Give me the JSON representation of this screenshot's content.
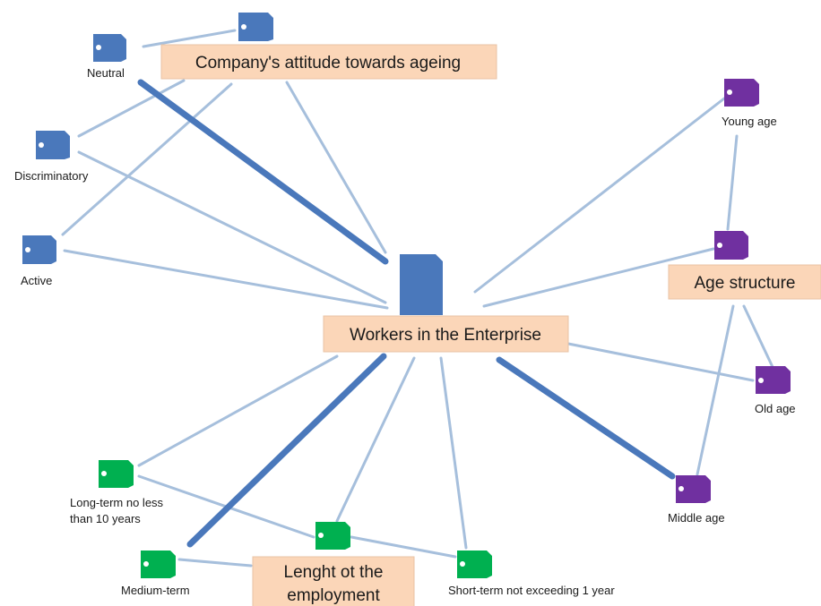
{
  "diagram": {
    "colors": {
      "edge_thin": "#a6bfdc",
      "edge_thick": "#4a78bb",
      "category_box": "#fbd6b8",
      "center": "#4a78bb"
    },
    "center": {
      "label": "Workers in the Enterprise",
      "icon": "document-icon",
      "color": "#4a78bb"
    },
    "categories": {
      "attitude": {
        "label": "Company's attitude towards ageing",
        "color": "#4a78bb",
        "icon": "tag-icon"
      },
      "age": {
        "label": "Age structure",
        "color": "#7030a0",
        "icon": "tag-icon"
      },
      "employment": {
        "label_lines": [
          "Lenght ot the",
          "employment"
        ],
        "color": "#00b050",
        "icon": "tag-icon"
      }
    },
    "nodes": {
      "neutral": {
        "label": "Neutral"
      },
      "discriminatory": {
        "label": "Discriminatory"
      },
      "active": {
        "label": "Active"
      },
      "young_age": {
        "label": "Young age"
      },
      "old_age": {
        "label": "Old age"
      },
      "middle_age": {
        "label": "Middle age"
      },
      "long_term": {
        "label_lines": [
          "Long-term no less",
          "than 10 years"
        ]
      },
      "medium_term": {
        "label": "Medium-term"
      },
      "short_term": {
        "label": "Short-term not exceeding 1 year"
      }
    }
  }
}
